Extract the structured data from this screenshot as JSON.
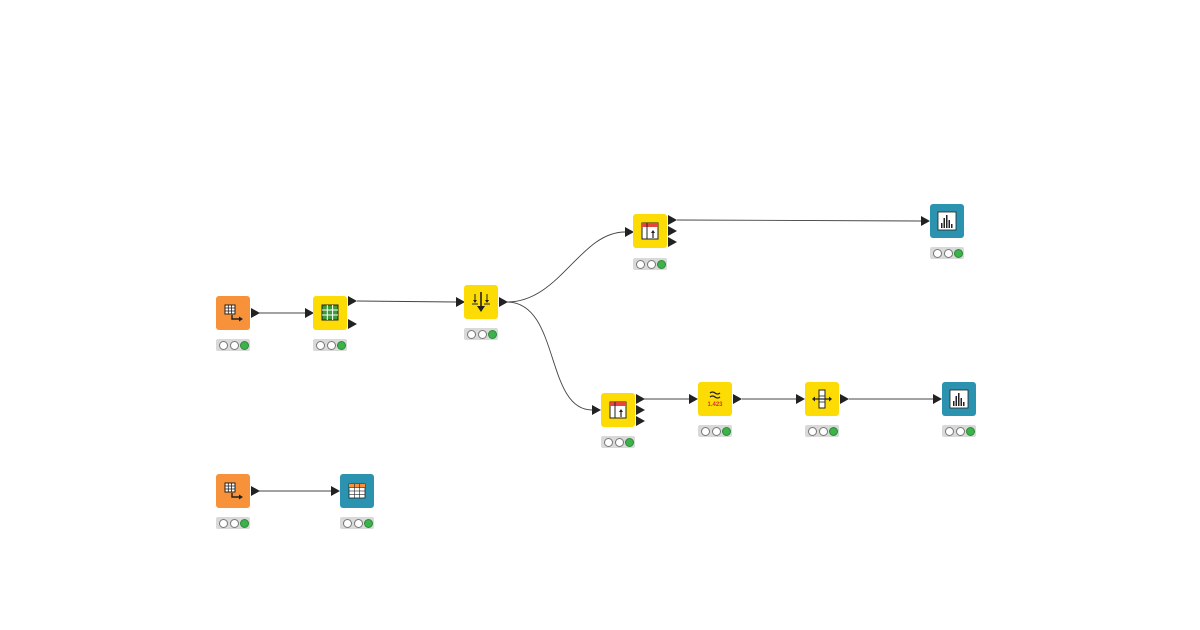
{
  "workflow": {
    "nodes": [
      {
        "id": "table-creator-1",
        "kind": "source",
        "color": "#f7923a",
        "icon": "table-creator-icon",
        "status": [
          "idle",
          "idle",
          "green"
        ]
      },
      {
        "id": "table-manipulator",
        "kind": "manipulator",
        "color": "#fddc05",
        "icon": "table-grid-icon",
        "status": [
          "idle",
          "idle",
          "green"
        ]
      },
      {
        "id": "row-splitter",
        "kind": "manipulator",
        "color": "#fddc05",
        "icon": "split-arrows-icon",
        "status": [
          "idle",
          "idle",
          "green"
        ]
      },
      {
        "id": "column-filter-top",
        "kind": "manipulator",
        "color": "#fddc05",
        "icon": "column-filter-icon",
        "status": [
          "idle",
          "idle",
          "green"
        ]
      },
      {
        "id": "histogram-top",
        "kind": "view",
        "color": "#2b93b0",
        "icon": "histogram-icon",
        "status": [
          "idle",
          "idle",
          "green"
        ]
      },
      {
        "id": "column-filter-bottom",
        "kind": "manipulator",
        "color": "#fddc05",
        "icon": "column-filter-icon",
        "status": [
          "idle",
          "idle",
          "green"
        ]
      },
      {
        "id": "number-rounder",
        "kind": "manipulator",
        "color": "#fddc05",
        "icon": "approx-number-icon",
        "number_label": "1.423",
        "status": [
          "idle",
          "idle",
          "green"
        ]
      },
      {
        "id": "column-resorter",
        "kind": "manipulator",
        "color": "#fddc05",
        "icon": "column-resorter-icon",
        "status": [
          "idle",
          "idle",
          "green"
        ]
      },
      {
        "id": "histogram-bottom",
        "kind": "view",
        "color": "#2b93b0",
        "icon": "histogram-icon",
        "status": [
          "idle",
          "idle",
          "green"
        ]
      },
      {
        "id": "table-creator-2",
        "kind": "source",
        "color": "#f7923a",
        "icon": "table-creator-icon",
        "status": [
          "idle",
          "idle",
          "green"
        ]
      },
      {
        "id": "table-view",
        "kind": "view",
        "color": "#2b93b0",
        "icon": "table-view-icon",
        "status": [
          "idle",
          "idle",
          "green"
        ]
      }
    ],
    "connections": [
      {
        "from": "table-creator-1",
        "to": "table-manipulator"
      },
      {
        "from": "table-manipulator",
        "to": "row-splitter"
      },
      {
        "from": "row-splitter",
        "to": "column-filter-top"
      },
      {
        "from": "row-splitter",
        "to": "column-filter-bottom"
      },
      {
        "from": "column-filter-top",
        "to": "histogram-top"
      },
      {
        "from": "column-filter-bottom",
        "to": "number-rounder"
      },
      {
        "from": "number-rounder",
        "to": "column-resorter"
      },
      {
        "from": "column-resorter",
        "to": "histogram-bottom"
      },
      {
        "from": "table-creator-2",
        "to": "table-view"
      }
    ]
  }
}
